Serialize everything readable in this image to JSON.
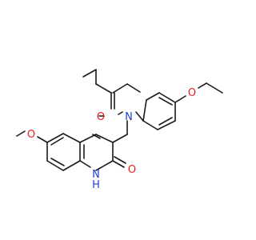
{
  "molecule": {
    "atoms": {
      "amide_oxygen": {
        "symbol": "O",
        "color": "#e02020"
      },
      "amide_nitrogen": {
        "symbol": "N",
        "color": "#1f3fd6"
      },
      "ether_oxygen_right": {
        "symbol": "O",
        "color": "#e02020"
      },
      "methoxy_oxygen": {
        "symbol": "O",
        "color": "#e02020"
      },
      "ring_nitrogen": {
        "symbol": "N",
        "color": "#1f3fd6"
      },
      "ring_nitrogen_h": {
        "symbol": "H",
        "color": "#1f3fd6"
      },
      "lactam_oxygen": {
        "symbol": "O",
        "color": "#e02020"
      }
    },
    "bond_color": "#1a1a1a"
  }
}
